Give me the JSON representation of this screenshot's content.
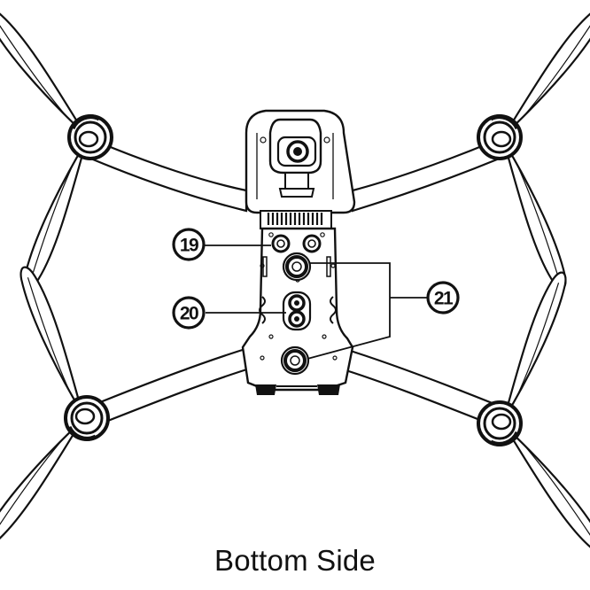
{
  "diagram": {
    "caption": "Bottom Side",
    "callouts": [
      {
        "id": "19",
        "label": "19"
      },
      {
        "id": "20",
        "label": "20"
      },
      {
        "id": "21",
        "label": "21"
      }
    ]
  },
  "colors": {
    "stroke": "#111111",
    "fill": "#ffffff"
  }
}
